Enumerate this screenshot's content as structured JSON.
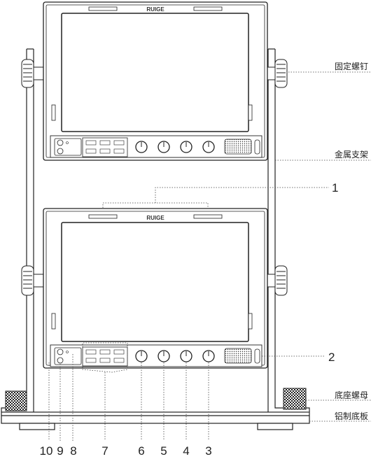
{
  "brand": "RUIGE",
  "callouts": {
    "fixing_screw": "固定螺钉",
    "metal_bracket": "金属支架",
    "base_nut": "底座螺母",
    "aluminum_base": "铝制底板"
  },
  "markers": {
    "one": "1",
    "two": "2"
  },
  "bottom_numbers": [
    "10",
    "9",
    "8",
    "7",
    "6",
    "5",
    "4",
    "3"
  ]
}
